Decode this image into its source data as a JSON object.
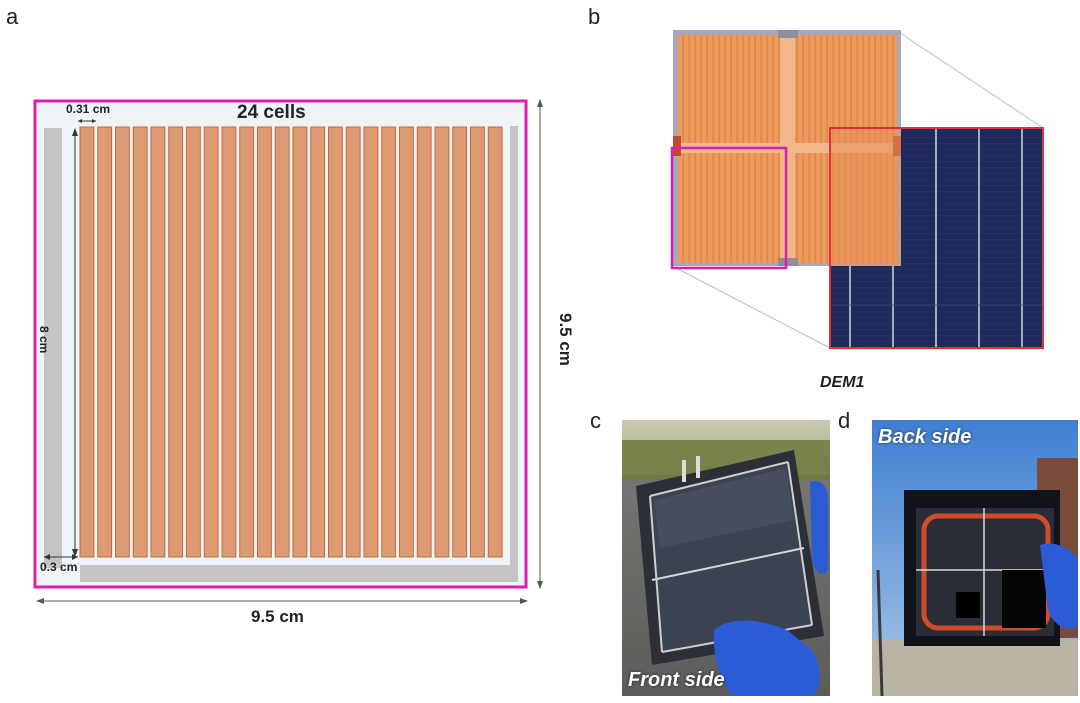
{
  "panels": {
    "a": "a",
    "b": "b",
    "c": "c",
    "d": "d"
  },
  "panel_a": {
    "cells_label": "24 cells",
    "cell_count": 24,
    "dim_cell_width": "0.31 cm",
    "dim_height_inner": "8 cm",
    "dim_gap": "0.3 cm",
    "dim_width": "9.5 cm",
    "dim_height": "9.5 cm"
  },
  "panel_b": {
    "caption": "DEM1"
  },
  "panel_c": {
    "label": "Front side"
  },
  "panel_d": {
    "label": "Back side"
  },
  "colors": {
    "cell_fill": "#dc9b72",
    "cell_stroke": "#c46a3a",
    "frame_magenta": "#d81fb0",
    "shadow_gray": "#c4c4c4",
    "wafer_blue": "#1f2a5a",
    "inset_red": "#e0303a"
  }
}
